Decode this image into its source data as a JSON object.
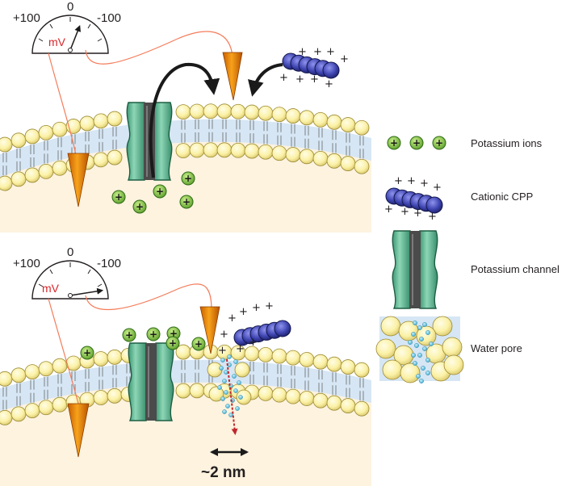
{
  "top_panel": {
    "meter": {
      "left_value": "+100",
      "center_value": "0",
      "right_value": "-100",
      "unit": "mV"
    }
  },
  "bottom_panel": {
    "meter": {
      "left_value": "+100",
      "center_value": "0",
      "right_value": "-100",
      "unit": "mV"
    },
    "pore_width_label": "~2 nm"
  },
  "legend": {
    "items": [
      {
        "key": "potassium_ions",
        "label": "Potassium ions",
        "icon": "potassium-ion-icon"
      },
      {
        "key": "cationic_cpp",
        "label": "Cationic CPP",
        "icon": "cationic-cpp-icon"
      },
      {
        "key": "potassium_channel",
        "label": "Potassium channel",
        "icon": "potassium-channel-icon"
      },
      {
        "key": "water_pore",
        "label": "Water pore",
        "icon": "water-pore-icon"
      }
    ]
  },
  "colors": {
    "membrane_fill": "#d6e6f4",
    "lipid_head": "#fdf5ba",
    "cytoplasm": "#fdf3df",
    "ion_green": "#8dc63f",
    "cpp_blue": "#3a3fa8",
    "channel_green": "#6ec3a0",
    "electrode_orange": "#f39200",
    "wire": "#f47c5a",
    "arrow_red": "#c1272d",
    "water_blue": "#5bc0de"
  }
}
